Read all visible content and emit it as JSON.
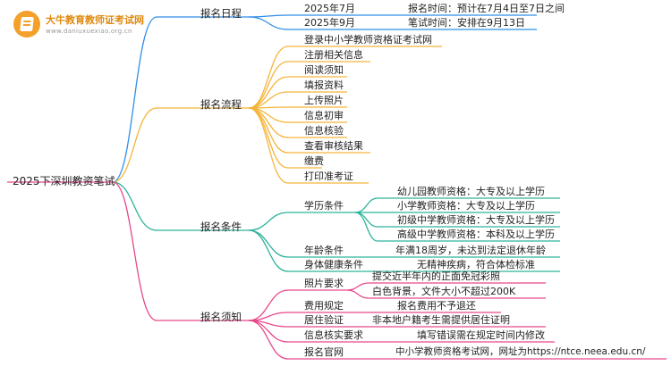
{
  "logo": {
    "title": "大牛教育教师证考试网",
    "url": "www.daniuxuexiao.org.cn",
    "icon": "book-icon"
  },
  "root": "2025下深圳教资笔试",
  "colors": {
    "schedule": "#2f8fe6",
    "process": "#f5b53a",
    "conditions": "#2db39a",
    "notes": "#e8478b",
    "root": "#e8478b"
  },
  "branches": {
    "schedule": {
      "label": "报名日程",
      "items": [
        {
          "label": "2025年7月",
          "detail": "报名时间：预计在7月4日至7日之间"
        },
        {
          "label": "2025年9月",
          "detail": "笔试时间：安排在9月13日"
        }
      ]
    },
    "process": {
      "label": "报名流程",
      "items": [
        "登录中小学教师资格证考试网",
        "注册相关信息",
        "阅读须知",
        "填报资料",
        "上传照片",
        "信息初审",
        "信息核验",
        "查看审核结果",
        "缴费",
        "打印准考证"
      ]
    },
    "conditions": {
      "label": "报名条件",
      "education": {
        "label": "学历条件",
        "items": [
          "幼儿园教师资格：大专及以上学历",
          "小学教师资格：大专及以上学历",
          "初级中学教师资格：大专及以上学历",
          "高级中学教师资格：本科及以上学历"
        ]
      },
      "age": {
        "label": "年龄条件",
        "detail": "年满18周岁，未达到法定退休年龄"
      },
      "health": {
        "label": "身体健康条件",
        "detail": "无精神疾病，符合体检标准"
      }
    },
    "notes": {
      "label": "报名须知",
      "photo": {
        "label": "照片要求",
        "items": [
          "提交近半年内的正面免冠彩照",
          "白色背景，文件大小不超过200K"
        ]
      },
      "fee": {
        "label": "费用规定",
        "detail": "报名费用不予退还"
      },
      "residence": {
        "label": "居住验证",
        "detail": "非本地户籍考生需提供居住证明"
      },
      "verify": {
        "label": "信息核实要求",
        "detail": "填写错误需在规定时间内修改"
      },
      "site": {
        "label": "报名官网",
        "detail": "中小学教师资格考试网，网址为https://ntce.neea.edu.cn/"
      }
    }
  }
}
